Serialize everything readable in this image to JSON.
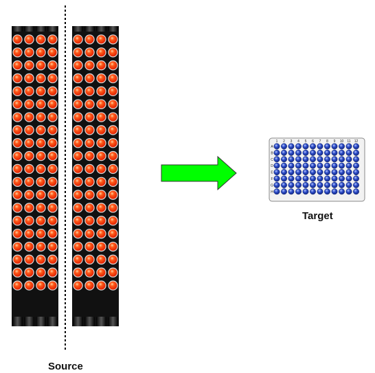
{
  "source": {
    "label": "Source",
    "rack_count": 2,
    "tubes_per_row": 4,
    "tube_rows": 20,
    "tube_color": "#ff3300",
    "tube_highlight": "#ffd0a0",
    "rack_color": "#111111"
  },
  "target": {
    "label": "Target",
    "column_labels": [
      "1",
      "2",
      "3",
      "4",
      "5",
      "6",
      "7",
      "8",
      "9",
      "10",
      "11",
      "12"
    ],
    "row_labels": [
      "A",
      "B",
      "C",
      "D",
      "E",
      "F",
      "G",
      "H"
    ],
    "well_color": "#1f3fb5",
    "well_highlight": "#9fb6ff",
    "plate_color": "#f2f2f2"
  },
  "transfer_arrow": {
    "color": "#00ff00",
    "outline": "#333333",
    "direction": "right"
  },
  "separator": {
    "style": "dotted",
    "color": "#000000"
  }
}
